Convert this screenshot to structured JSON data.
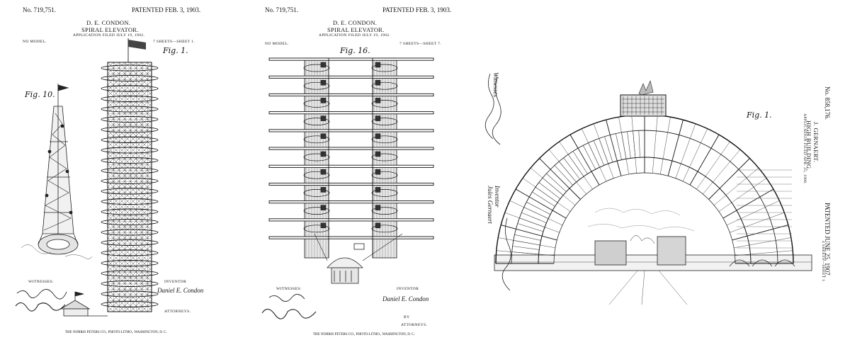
{
  "sheet1": {
    "patent_no": "No. 719,751.",
    "patented": "PATENTED FEB. 3, 1903.",
    "inventor_name": "D. E. CONDON.",
    "title": "SPIRAL ELEVATOR.",
    "application": "APPLICATION FILED JULY 19, 1902.",
    "no_model": "NO MODEL.",
    "sheets": "7 SHEETS—SHEET 1.",
    "fig_main": "Fig. 1.",
    "fig_side": "Fig. 10.",
    "witnesses": "WITNESSES:",
    "inventor_label": "INVENTOR",
    "inventor_sig": "Daniel E. Condon",
    "attorneys": "ATTORNEYS.",
    "printer": "THE NORRIS PETERS CO., PHOTO-LITHO., WASHINGTON, D. C."
  },
  "sheet2": {
    "patent_no": "No. 719,751.",
    "patented": "PATENTED FEB. 3, 1903.",
    "inventor_name": "D. E. CONDON.",
    "title": "SPIRAL ELEVATOR.",
    "application": "APPLICATION FILED JULY 19, 1902.",
    "no_model": "NO MODEL.",
    "sheets": "7 SHEETS—SHEET 7.",
    "fig": "Fig. 16.",
    "witnesses": "WITNESSES:",
    "inventor_label": "INVENTOR",
    "inventor_sig": "Daniel E. Condon",
    "by": "BY",
    "attorneys": "ATTORNEYS.",
    "printer": "THE NORRIS PETERS CO., PHOTO-LITHO., WASHINGTON, D. C."
  },
  "sheet3": {
    "patent_no": "No. 858,176.",
    "patented": "PATENTED JUNE 25, 1907.",
    "inventor_name": "J. GERNAERT.",
    "title": "HIGH BUILDING.",
    "application": "APPLICATION FILED APR. 25, 1906.",
    "sheets": "4 SHEETS—SHEET 1.",
    "fig": "Fig. 1.",
    "witnesses": "Witnesses",
    "inventor_label": "Inventor",
    "inventor_sig": "Jules Gernaert"
  }
}
